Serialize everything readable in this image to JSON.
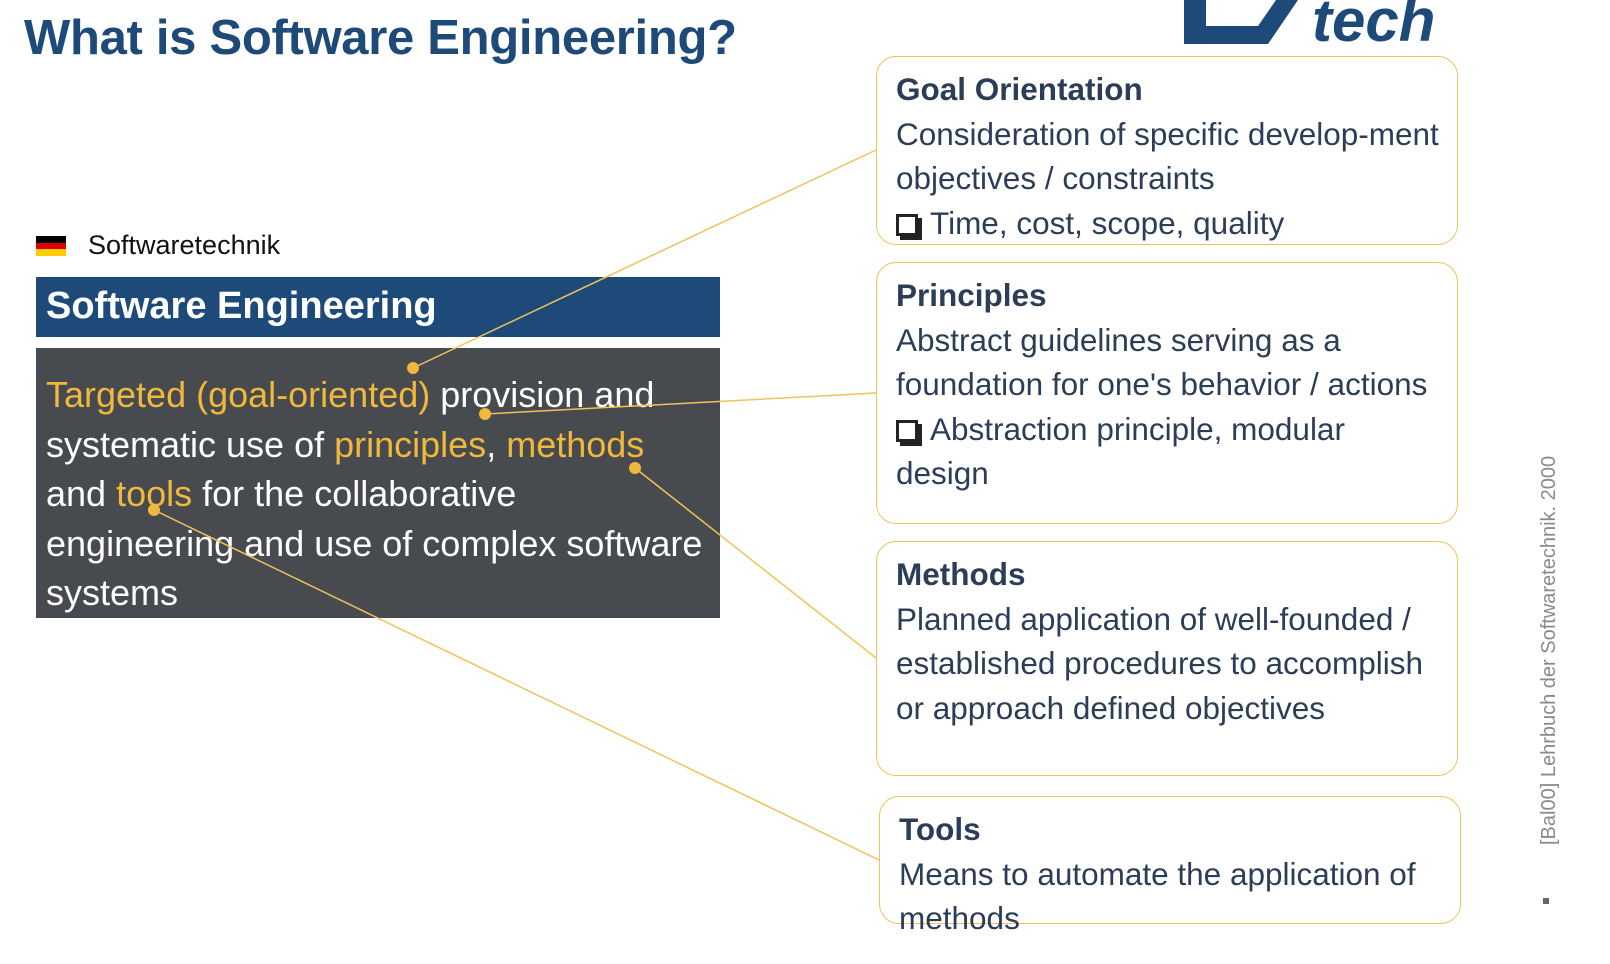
{
  "slide": {
    "title": "What is Software Engineering?"
  },
  "logo": {
    "text": "tech"
  },
  "term": {
    "language_flag": "german-flag-icon",
    "german_label": "Softwaretechnik",
    "english_title": "Software Engineering",
    "definition": [
      {
        "text": "Targeted (goal-oriented)",
        "highlight": true
      },
      {
        "text": " provision and systematic use of ",
        "highlight": false
      },
      {
        "text": "principles",
        "highlight": true
      },
      {
        "text": ", ",
        "highlight": false
      },
      {
        "text": "methods",
        "highlight": true
      },
      {
        "text": " and ",
        "highlight": false
      },
      {
        "text": "tools",
        "highlight": true
      },
      {
        "text": " for the collaborative engineering and use of complex software systems",
        "highlight": false
      }
    ]
  },
  "callouts": [
    {
      "title": "Goal Orientation",
      "description": "Consideration of specific develop-ment objectives / constraints",
      "example": "Time, cost, scope, quality"
    },
    {
      "title": "Principles",
      "description": "Abstract guidelines serving as a foundation for one's behavior / actions",
      "example": "Abstraction principle, modular design"
    },
    {
      "title": "Methods",
      "description": "Planned application of well-founded / established procedures to accomplish or approach defined objectives",
      "example": ""
    },
    {
      "title": "Tools",
      "description": "Means to automate the application of methods",
      "example": ""
    }
  ],
  "citation": "[Bal00] Lehrbuch der  Softwaretechnik. 2000",
  "colors": {
    "title_blue": "#1d4a78",
    "definition_bg": "#474a4e",
    "highlight": "#f0b83c",
    "connector": "#f0c35a",
    "callout_text": "#2c3e57"
  }
}
